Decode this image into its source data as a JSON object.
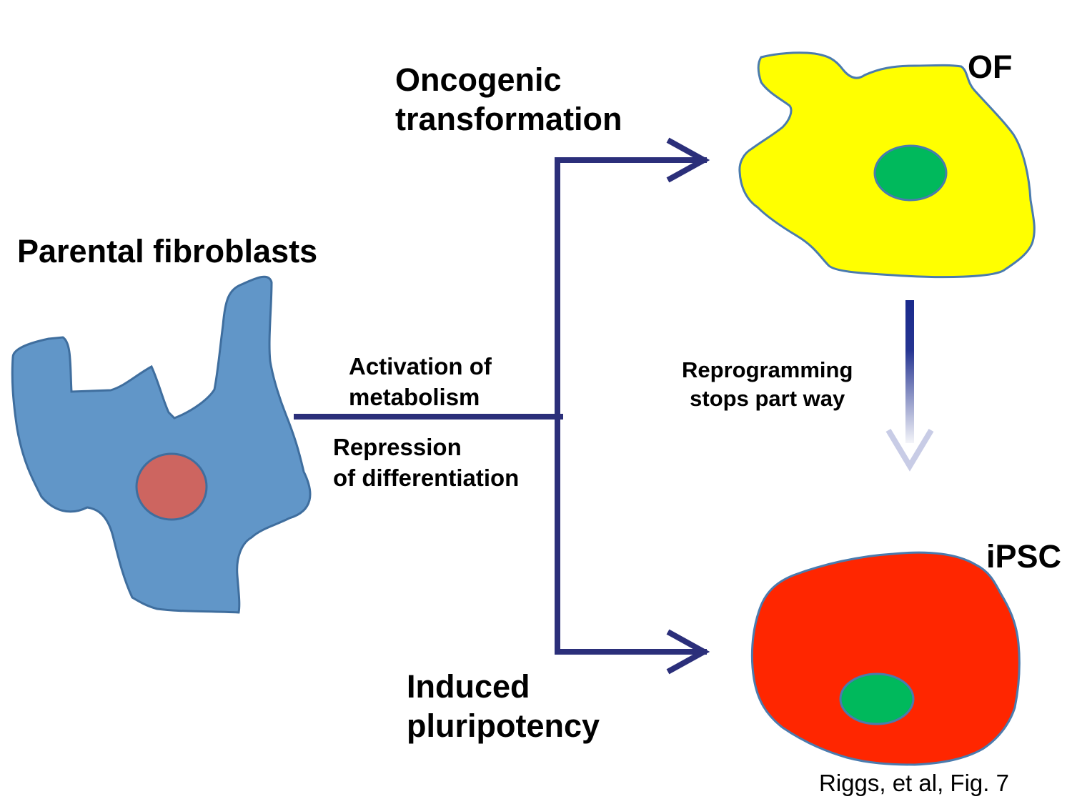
{
  "cells": {
    "parental": {
      "label": "Parental fibroblasts",
      "body_color": "#6196C8",
      "nucleus_color": "#CD6560",
      "outline_color": "#3F6E9E"
    },
    "of": {
      "label": "OF",
      "body_color": "#FFFF00",
      "nucleus_color": "#00B95C",
      "outline_color": "#4A7BAE"
    },
    "ipsc": {
      "label": "iPSC",
      "body_color": "#FF2600",
      "nucleus_color": "#00B95C",
      "outline_color": "#4A7BAE"
    }
  },
  "pathways": {
    "oncogenic": [
      "Oncogenic",
      "transformation"
    ],
    "induced": [
      "Induced",
      "pluripotency"
    ],
    "activation": [
      "Activation of",
      "metabolism"
    ],
    "repression": [
      "Repression",
      "of differentiation"
    ],
    "reprogramming": [
      "Reprogramming",
      "stops part way"
    ]
  },
  "connector_color": "#2B2F7A",
  "gradient_arrow_color": "#1A2A8C",
  "credit": "Riggs, et al, Fig. 7"
}
